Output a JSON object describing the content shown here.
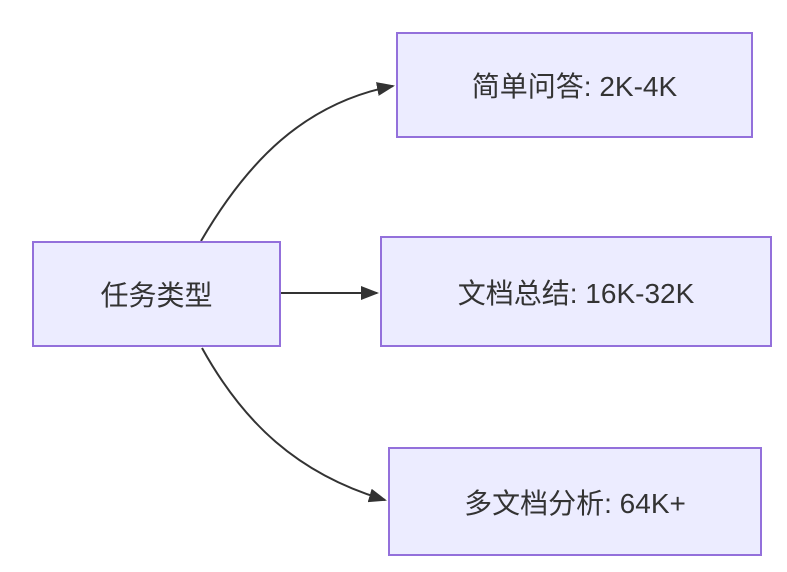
{
  "diagram": {
    "type": "flowchart-left-to-right",
    "root_node": {
      "label": "任务类型"
    },
    "branch_nodes": [
      {
        "label": "简单问答: 2K-4K"
      },
      {
        "label": "文档总结: 16K-32K"
      },
      {
        "label": "多文档分析: 64K+"
      }
    ],
    "edges": [
      {
        "from": "任务类型",
        "to": "简单问答: 2K-4K"
      },
      {
        "from": "任务类型",
        "to": "文档总结: 16K-32K"
      },
      {
        "from": "任务类型",
        "to": "多文档分析: 64K+"
      }
    ],
    "colors": {
      "node_fill": "#ECECFF",
      "node_border": "#9370DB",
      "edge_line": "#333333",
      "label_text": "#333333",
      "background": "#FFFFFF"
    }
  }
}
